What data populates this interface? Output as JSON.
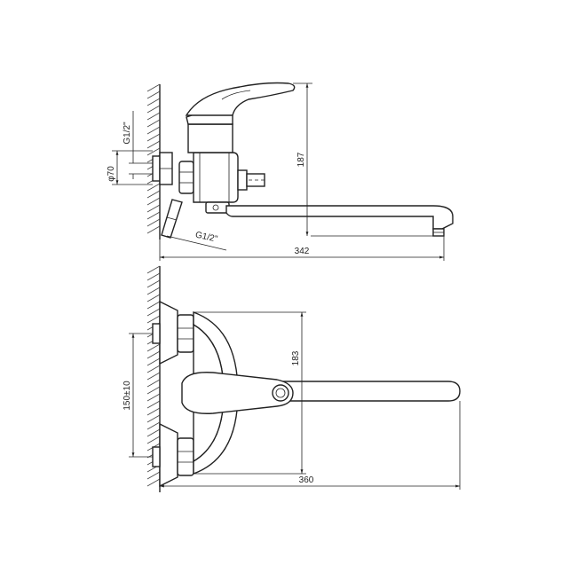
{
  "side_view": {
    "dim_height": "187",
    "dim_length": "342",
    "dim_diameter": "φ70",
    "thread_top": "G1/2\"",
    "thread_bottom": "G1/2\""
  },
  "front_view": {
    "dim_height": "183",
    "dim_spacing": "150±10",
    "dim_length": "360"
  }
}
